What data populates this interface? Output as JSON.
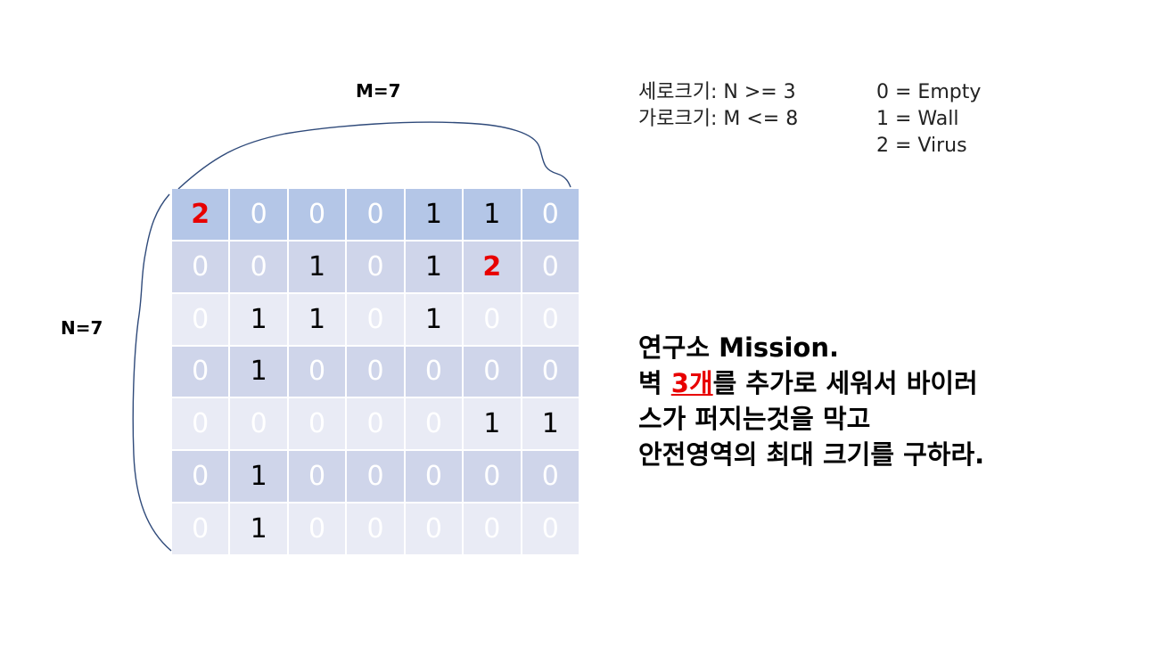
{
  "dimensions": {
    "m_label": "M=7",
    "n_label": "N=7"
  },
  "grid": {
    "rows": [
      [
        2,
        0,
        0,
        0,
        1,
        1,
        0
      ],
      [
        0,
        0,
        1,
        0,
        1,
        2,
        0
      ],
      [
        0,
        1,
        1,
        0,
        1,
        0,
        0
      ],
      [
        0,
        1,
        0,
        0,
        0,
        0,
        0
      ],
      [
        0,
        0,
        0,
        0,
        0,
        1,
        1
      ],
      [
        0,
        1,
        0,
        0,
        0,
        0,
        0
      ],
      [
        0,
        1,
        0,
        0,
        0,
        0,
        0
      ]
    ],
    "colors": {
      "header_row": "#b4c6e7",
      "dark_row": "#cfd5ea",
      "light_row": "#e9ebf5",
      "empty_text": "#ffffff",
      "wall_text": "#000000",
      "virus_text": "#e80000"
    }
  },
  "constraints": {
    "line1": "세로크기: N >= 3",
    "line2": "가로크기: M <= 8"
  },
  "legend": {
    "empty": "0 = Empty",
    "wall": "1 = Wall",
    "virus": "2 = Virus"
  },
  "mission": {
    "line1": "연구소 Mission.",
    "line2_prefix": "벽 ",
    "line2_highlight": "3개",
    "line2_suffix": "를 추가로 세워서 바이러",
    "line3": "스가 퍼지는것을 막고",
    "line4": "안전영역의 최대 크기를 구하라."
  }
}
